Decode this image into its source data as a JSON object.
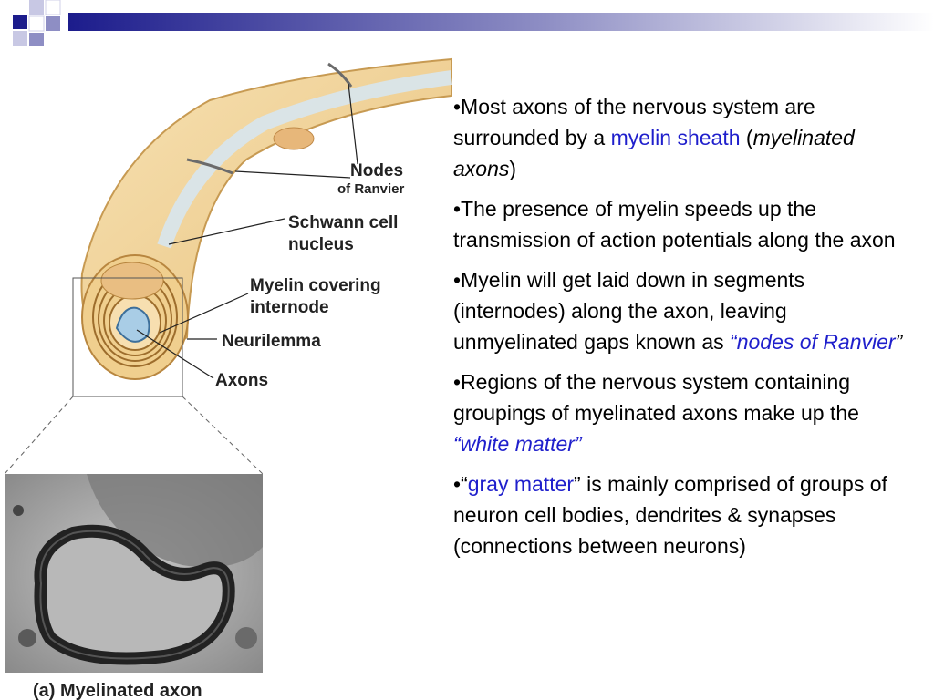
{
  "figure": {
    "labels": {
      "nodes": "Nodes",
      "of_ranvier": "of Ranvier",
      "schwann_1": "Schwann cell",
      "schwann_2": "nucleus",
      "myelin_1": "Myelin covering",
      "myelin_2": "internode",
      "neurilemma": "Neurilemma",
      "axons": "Axons"
    },
    "caption": "(a) Myelinated axon"
  },
  "bullets": [
    {
      "pre": "•Most axons of the nervous system are surrounded by a ",
      "hl": "myelin sheath",
      "post1": " (",
      "it": "myelinated axons",
      "post2": ")"
    },
    {
      "text": "•The presence of myelin speeds up the transmission of action potentials along the axon"
    },
    {
      "pre": "•Myelin will get laid down in segments (internodes) along the axon, leaving unmyelinated gaps known as ",
      "hl": "“nodes of Ranvier",
      "post": "”"
    },
    {
      "pre": "•Regions of the nervous system containing groupings of myelinated axons  make up the ",
      "hl": "“white matter”"
    },
    {
      "pre": "•“",
      "hl": "gray matter",
      "post": "” is mainly comprised of groups of neuron cell bodies, dendrites & synapses (connections between neurons)"
    }
  ],
  "colors": {
    "header_blue": "#1c1c8c",
    "highlight_blue": "#1f1fcc",
    "myelin_tan": "#f5d79a",
    "axon_blue": "#a9cde6"
  }
}
